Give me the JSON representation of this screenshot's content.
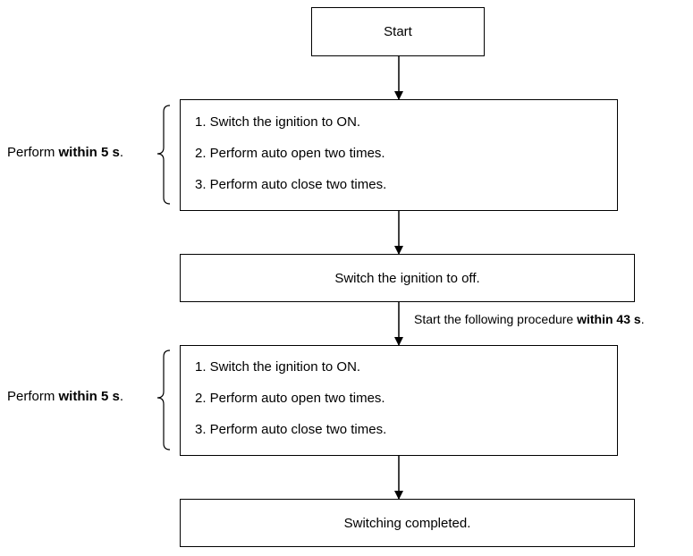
{
  "start": "Start",
  "group1": {
    "steps": [
      "1. Switch the ignition  to ON.",
      "2. Perform auto open two times.",
      "3. Perform auto close two times."
    ],
    "side_prefix": "Perform ",
    "side_bold": "within 5 s",
    "side_suffix": "."
  },
  "ignition_off": "Switch the ignition  to off.",
  "transition_note": {
    "prefix": "Start the following procedure ",
    "bold": "within 43 s",
    "suffix": "."
  },
  "group2": {
    "steps": [
      "1. Switch the ignition  to ON.",
      "2. Perform auto open two times.",
      "3. Perform auto close two times."
    ],
    "side_prefix": "Perform ",
    "side_bold": "within 5 s",
    "side_suffix": "."
  },
  "completed": "Switching completed."
}
